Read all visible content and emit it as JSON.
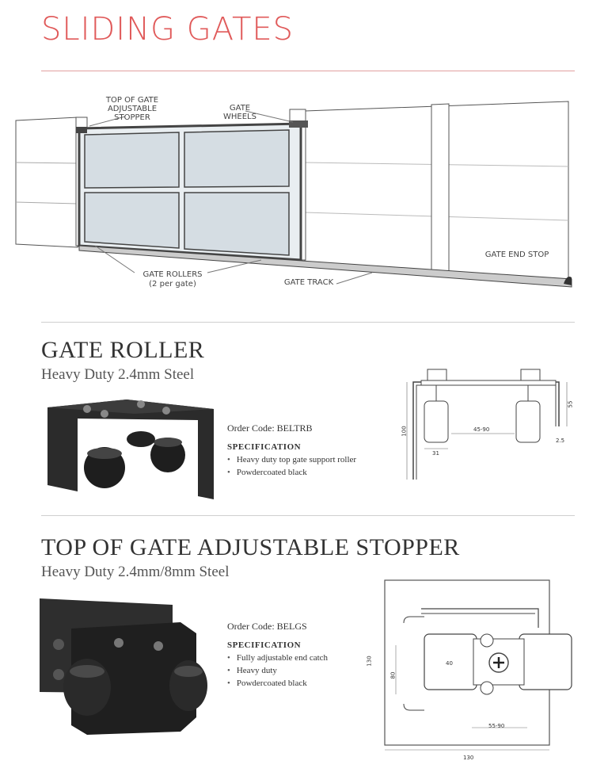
{
  "header": {
    "title": "SLIDING GATES"
  },
  "gate_diagram": {
    "callouts": {
      "top_stopper": "TOP OF GATE\nADJUSTABLE\nSTOPPER",
      "gate_wheels": "GATE\nWHEELS",
      "gate_rollers": "GATE ROLLERS",
      "gate_rollers_note": "(2 per gate)",
      "gate_track": "GATE TRACK",
      "gate_end_stop": "GATE END STOP"
    }
  },
  "gate_roller": {
    "title": "GATE ROLLER",
    "subtitle": "Heavy Duty 2.4mm Steel",
    "order_code": "Order Code: BELTRB",
    "spec_heading": "SPECIFICATION",
    "spec_items": [
      "Heavy duty top gate support roller",
      "Powdercoated black"
    ],
    "dimensions": {
      "height": "100",
      "right": "55",
      "spacing": "45-90",
      "roller": "31",
      "small": "2.5"
    }
  },
  "stopper": {
    "title": "TOP OF GATE ADJUSTABLE STOPPER",
    "subtitle": "Heavy Duty 2.4mm/8mm Steel",
    "order_code": "Order Code: BELGS",
    "spec_heading": "SPECIFICATION",
    "spec_items": [
      "Fully adjustable end catch",
      "Heavy duty",
      "Powdercoated black"
    ],
    "dimensions": {
      "height": "130",
      "inner": "80",
      "roller": "40",
      "spacing": "55-90",
      "width": "130"
    }
  },
  "colors": {
    "title_red": "#e05a5a",
    "steel": "#2b2b2b",
    "panel": "#d5dde3"
  }
}
